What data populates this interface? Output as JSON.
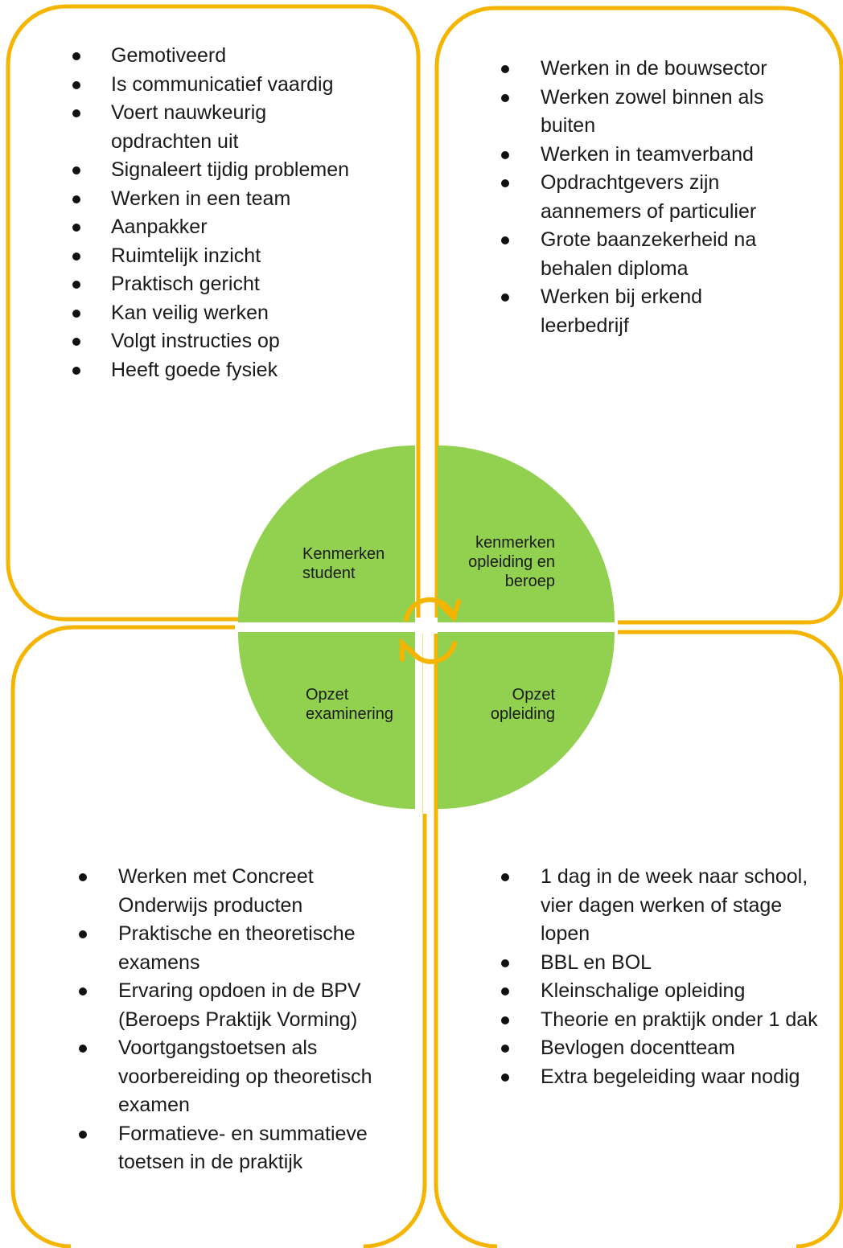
{
  "colors": {
    "frame": "#f4b400",
    "circle": "#92d050",
    "text": "#1a1a1a"
  },
  "quadrants": {
    "top_left": {
      "label": [
        "Kenmerken",
        "student"
      ],
      "items": [
        "Gemotiveerd",
        "Is communicatief vaardig",
        "Voert nauwkeurig opdrachten uit",
        "Signaleert tijdig problemen",
        "Werken in een team",
        "Aanpakker",
        "Ruimtelijk inzicht",
        "Praktisch gericht",
        "Kan veilig werken",
        "Volgt instructies op",
        "Heeft goede fysiek"
      ]
    },
    "top_right": {
      "label": [
        "kenmerken",
        "opleiding en",
        "beroep"
      ],
      "items": [
        "Werken in de bouwsector",
        "Werken zowel binnen als buiten",
        "Werken in teamverband",
        "Opdrachtgevers zijn aannemers of particulier",
        "Grote baanzekerheid na behalen diploma",
        "Werken bij erkend leerbedrijf"
      ]
    },
    "bottom_left": {
      "label": [
        "Opzet",
        "examinering"
      ],
      "items": [
        "Werken met Concreet Onderwijs producten",
        "Praktische en theoretische examens",
        "Ervaring opdoen in de BPV (Beroeps Praktijk Vorming)",
        "Voortgangstoetsen als voorbereiding op theoretisch examen",
        "Formatieve- en summatieve toetsen in de praktijk"
      ]
    },
    "bottom_right": {
      "label": [
        "Opzet",
        "opleiding"
      ],
      "items": [
        "1 dag in de week naar school, vier dagen werken of stage lopen",
        "BBL en BOL",
        "Kleinschalige opleiding",
        "Theorie en praktijk onder 1 dak",
        "Bevlogen docentteam",
        "Extra begeleiding waar nodig"
      ]
    }
  }
}
